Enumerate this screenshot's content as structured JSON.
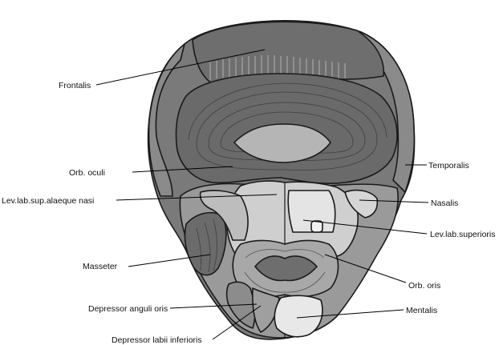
{
  "labels": {
    "frontalis": "Frontalis",
    "orb_oculi": "Orb. oculi",
    "lev_lab_sup_alaeque_nasi": "Lev.lab.sup.alaeque nasi",
    "masseter": "Masseter",
    "depressor_anguli_oris": "Depressor anguli oris",
    "depressor_labii_inferioris": "Depressor labii inferioris",
    "temporalis": "Temporalis",
    "nasalis": "Nasalis",
    "lev_lab_superioris": "Lev.lab.superioris",
    "orb_oris": "Orb. oris",
    "mentalis": "Mentalis"
  },
  "colors": {
    "dark_muscle": "#6b6b6b",
    "mid_muscle": "#8a8a8a",
    "light_muscle": "#b8b8b8",
    "pale_muscle": "#d9d9d9",
    "outline": "#1a1a1a"
  }
}
